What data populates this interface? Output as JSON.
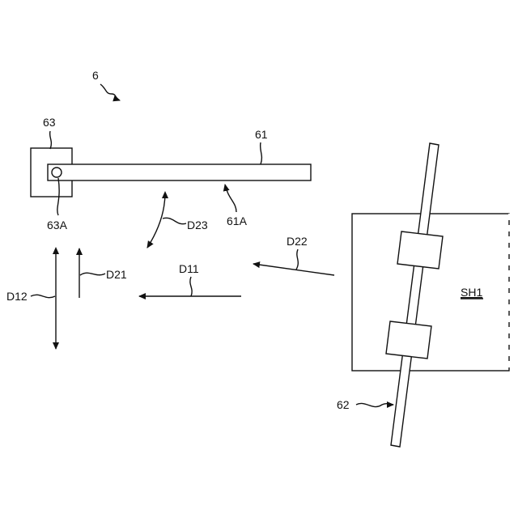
{
  "figure": {
    "labels": {
      "assembly": "6",
      "arm": "61",
      "arm_side": "61A",
      "pivot_block": "63",
      "pivot_pin": "63A",
      "shaft": "62",
      "sheet": "SH1",
      "d11": "D11",
      "d12": "D12",
      "d21": "D21",
      "d22": "D22",
      "d23": "D23"
    }
  }
}
